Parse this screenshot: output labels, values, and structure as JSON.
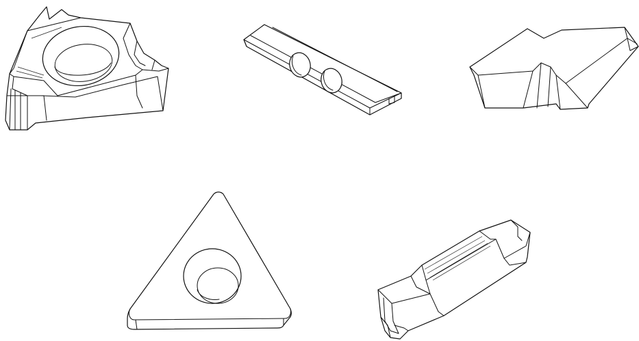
{
  "figure": {
    "description_visible_text": "",
    "items": [
      {
        "name": "threading-insert"
      },
      {
        "name": "flat-bar-insert"
      },
      {
        "name": "grooving-block-insert"
      },
      {
        "name": "triangular-turning-insert"
      },
      {
        "name": "parting-off-insert"
      }
    ],
    "colors": {
      "stroke": "#111111",
      "background": "#ffffff"
    }
  }
}
